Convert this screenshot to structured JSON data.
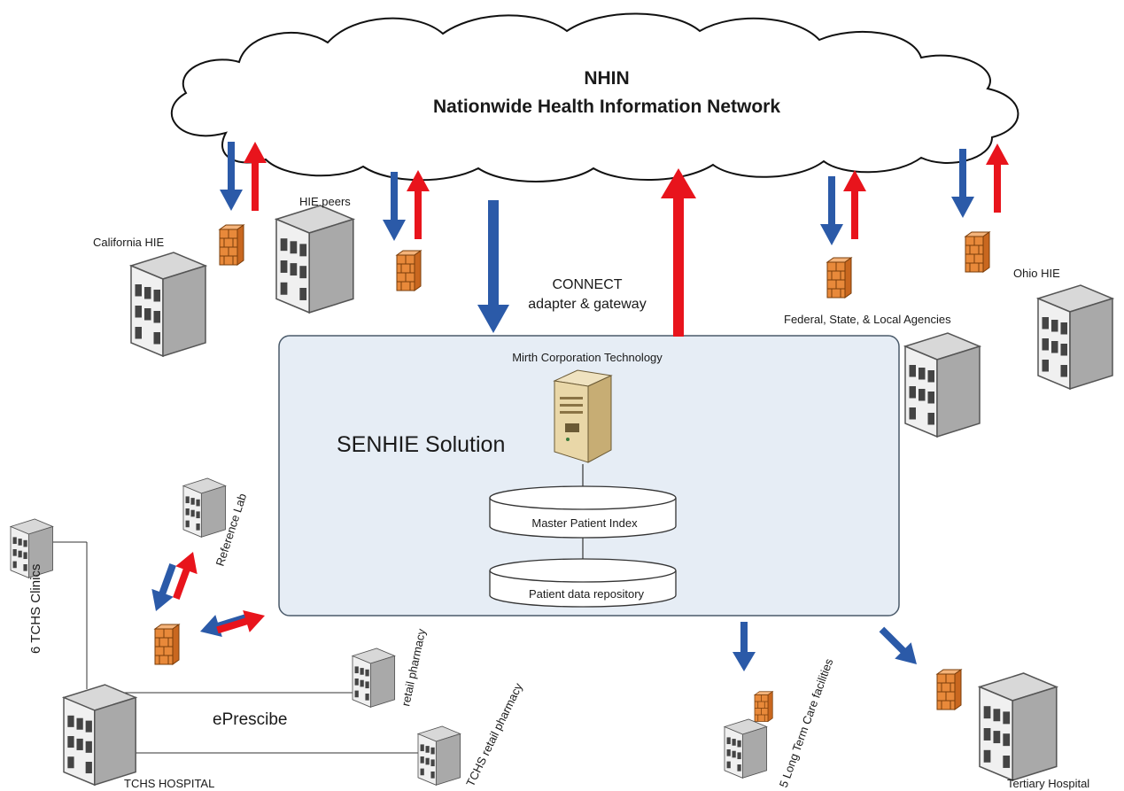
{
  "network": {
    "title_line1": "NHIN",
    "title_line2": "Nationwide Health Information Network"
  },
  "gateway": {
    "line1": "CONNECT",
    "line2": "adapter & gateway"
  },
  "solution": {
    "title": "SENHIE Solution",
    "vendor": "Mirth Corporation Technology",
    "master_index": "Master Patient Index",
    "repository": "Patient data repository"
  },
  "nodes": {
    "california_hie": "California HIE",
    "hie_peers": "HIE peers",
    "ohio_hie": "Ohio HIE",
    "agencies": "Federal, State, & Local Agencies",
    "reference_lab": "Reference Lab",
    "clinics": "6 TCHS Clinics",
    "hospital": "TCHS HOSPITAL",
    "eprescribe": "ePrescibe",
    "retail_pharmacy": "retail pharmacy",
    "tchs_retail_pharmacy": "TCHS retail pharmacy",
    "long_term_care": "5 Long Term Care facilities",
    "tertiary_hospital": "Tertiary Hospital"
  },
  "colors": {
    "inbound_arrow": "#2b5aa8",
    "outbound_arrow": "#e8141c",
    "solution_fill": "#e6edf5",
    "firewall": "#e8893a"
  }
}
